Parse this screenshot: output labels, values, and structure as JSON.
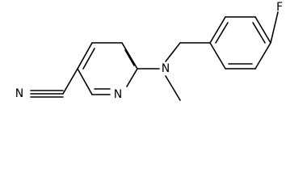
{
  "molecule": {
    "atoms": {
      "nitrile_n": "N",
      "ring_n": "N",
      "amine_n": "N",
      "fluorine": "F"
    }
  }
}
